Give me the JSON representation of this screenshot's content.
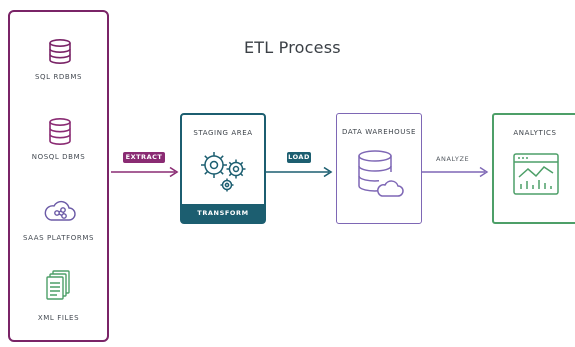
{
  "title": "ETL Process",
  "sources": [
    {
      "label": "SQL RDBMS",
      "icon": "database-icon"
    },
    {
      "label": "NOSQL DBMS",
      "icon": "database-icon"
    },
    {
      "label": "SAAS PLATFORMS",
      "icon": "cloud-network-icon"
    },
    {
      "label": "XML FILES",
      "icon": "document-stack-icon"
    }
  ],
  "arrows": {
    "extract": "EXTRACT",
    "load": "LOAD",
    "analyze": "ANALYZE"
  },
  "staging": {
    "title": "STAGING AREA",
    "footer": "TRANSFORM",
    "icon": "gears-icon"
  },
  "warehouse": {
    "title": "DATA WAREHOUSE",
    "icon": "database-cloud-icon"
  },
  "analytics": {
    "title": "ANALYTICS",
    "icon": "chart-window-icon"
  },
  "colors": {
    "source_border": "#7a2467",
    "extract": "#8a2b73",
    "staging": "#1c5e70",
    "warehouse": "#7e67b5",
    "analytics": "#4d9f68"
  }
}
